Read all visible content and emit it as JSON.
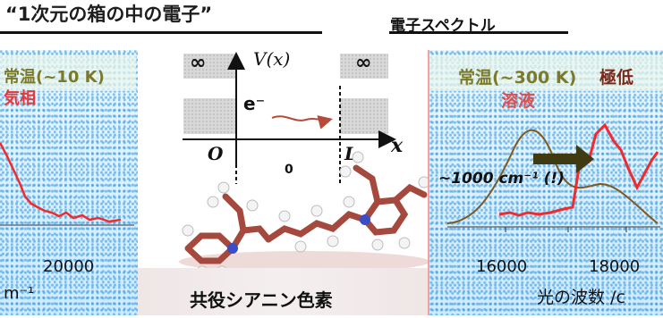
{
  "header": {
    "title_left": "“1次元の箱の中の電子”",
    "title_right": "電子スペクトル"
  },
  "left_panel": {
    "temp_label": "常温(~10 K)",
    "phase_label": "気相",
    "tick_20000": "20000",
    "unit_label": "m⁻¹"
  },
  "well": {
    "inf_left": "∞",
    "inf_right": "∞",
    "potential_label": "V(x)",
    "electron_label": "e⁻",
    "x_label": "x",
    "origin_label": "O",
    "L_label": "L",
    "zero_label": "0"
  },
  "molecule": {
    "caption": "共役シアニン色素"
  },
  "right_panel": {
    "temp_label": "常温(~300 K)",
    "temp_label2": "極低",
    "phase_label": "溶液",
    "shift_annotation": "~1000 cm⁻¹ (!)",
    "tick_16000": "16000",
    "tick_18000": "18000",
    "axis_label": "光の波数 /c"
  },
  "colors": {
    "spectrum_red": "#ef2b2b",
    "spectrum_olive": "#7d5a1d",
    "bond_brown": "#a5483e",
    "arrow_dark": "#3f3a12"
  }
}
